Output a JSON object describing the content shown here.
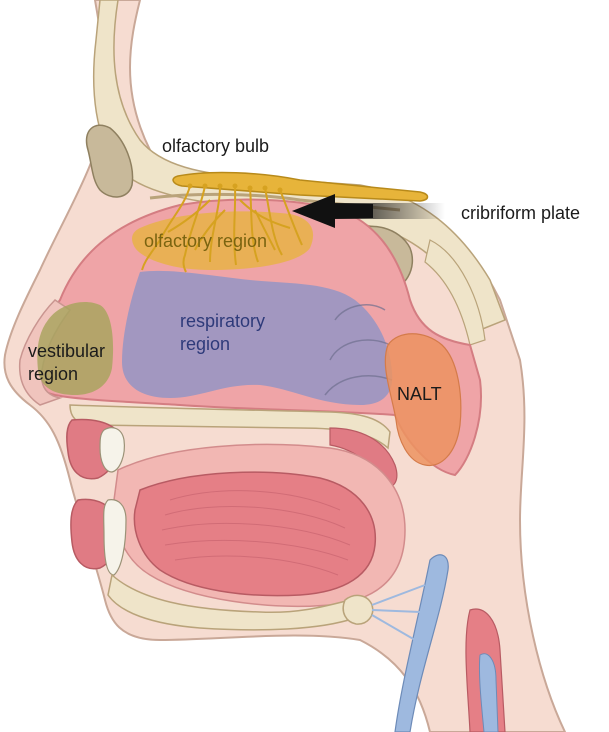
{
  "labels": {
    "olfactory_bulb": "olfactory bulb",
    "cribriform_plate": "cribriform plate",
    "olfactory_region": "olfactory region",
    "respiratory_region_line1": "respiratory",
    "respiratory_region_line2": "region",
    "vestibular_region_line1": "vestibular",
    "vestibular_region_line2": "region",
    "nalt": "NALT"
  },
  "colors": {
    "skin": "#f6dcd1",
    "bone": "#efe4c9",
    "cavity_pink": "#efa4a7",
    "tissue_red": "#e07b84",
    "olfactory_gold": "#e7b43a",
    "respiratory_blue": "#8c93c7",
    "vestibular_olive": "#a7a35d",
    "nalt_orange": "#ec9360",
    "airway_blue": "#9eb9df",
    "label_text": "#1b1b1b",
    "olfactory_text": "#7a6410",
    "respiratory_text": "#2e3a7a"
  }
}
